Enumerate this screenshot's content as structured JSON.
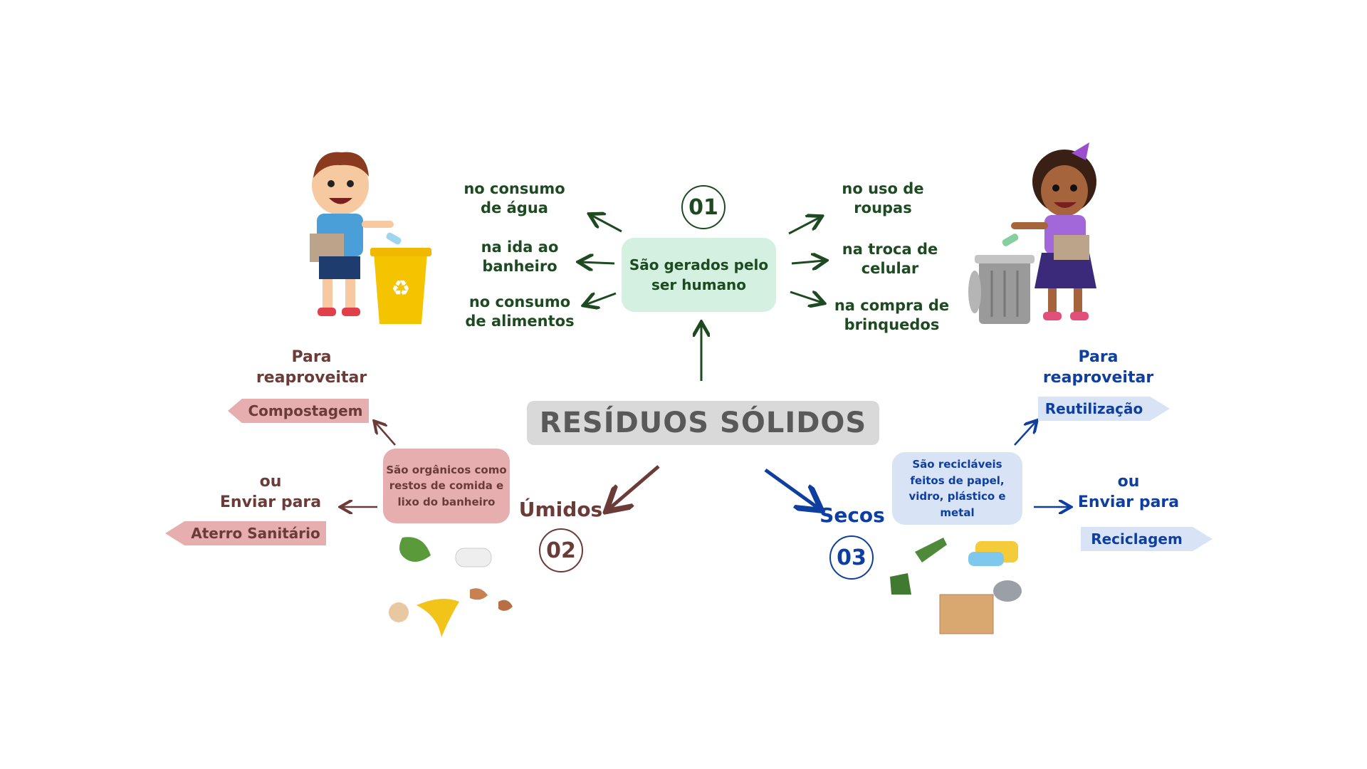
{
  "title": "RESÍDUOS SÓLIDOS",
  "section1": {
    "number": "01",
    "center": "São gerados pelo\nser humano",
    "left_items": [
      "no consumo\nde água",
      "na ida ao\nbanheiro",
      "no consumo\nde alimentos"
    ],
    "right_items": [
      "no uso de\nroupas",
      "na troca de\ncelular",
      "na compra de\nbrinquedos"
    ]
  },
  "section2": {
    "number": "02",
    "label": "Úmidos",
    "box": "São orgânicos como\nrestos de comida e\nlixo do banheiro",
    "reuse_label": "Para\nreaproveitar",
    "reuse_tag": "Compostagem",
    "or_label": "ou\nEnviar para",
    "send_tag": "Aterro Sanitário"
  },
  "section3": {
    "number": "03",
    "label": "Secos",
    "box": "São recicláveis\nfeitos de papel,\nvidro, plástico e\nmetal",
    "reuse_label": "Para\nreaproveitar",
    "reuse_tag": "Reutilização",
    "or_label": "ou\nEnviar para",
    "send_tag": "Reciclagem"
  },
  "colors": {
    "green_text": "#1e4a22",
    "green_box": "#d4f0e0",
    "brown_text": "#6b3b37",
    "pink_box": "#e6aeae",
    "blue_text": "#0e3fa0",
    "blue_box": "#d8e4f6",
    "title_bg": "#d9d9d9",
    "title_text": "#595959"
  },
  "icons": {
    "boy": "boy-recycling-icon",
    "girl": "girl-recycling-icon",
    "yellow_bin": "recycle-bin-icon",
    "trash_can": "trash-can-icon",
    "organic": "organic-waste-icon",
    "dry": "dry-waste-icon"
  }
}
